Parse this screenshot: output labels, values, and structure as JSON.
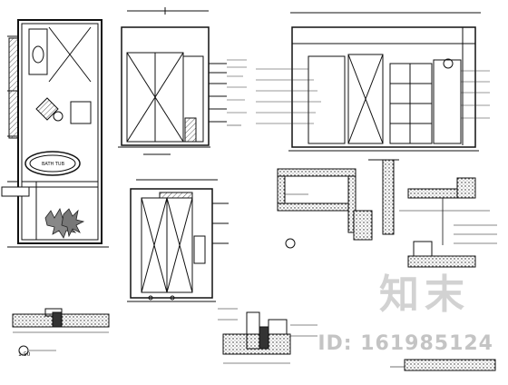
{
  "watermark": {
    "brand": "知末",
    "id_text": "ID: 161985124"
  },
  "drawing_labels": {
    "oval_tub": "BATH TUB",
    "scale": "1:50"
  }
}
